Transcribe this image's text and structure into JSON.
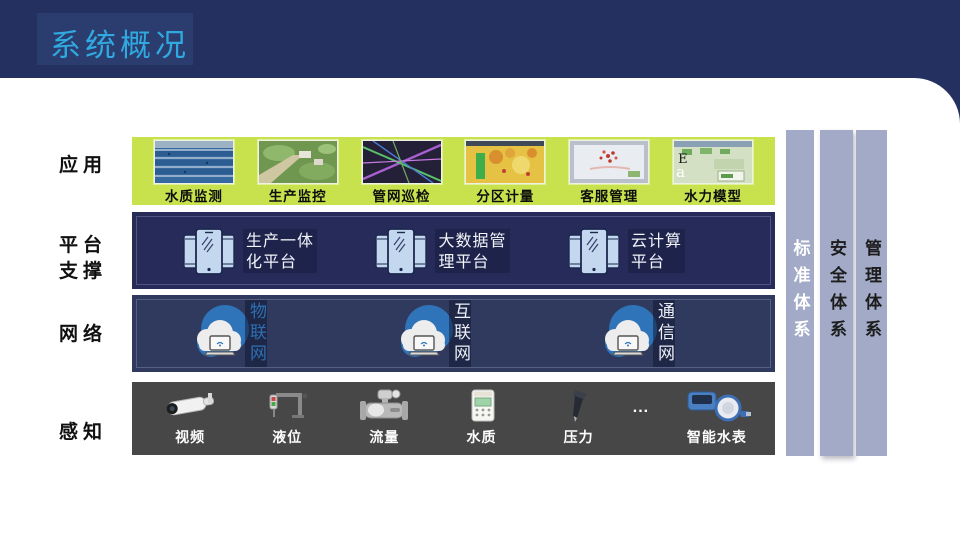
{
  "header": {
    "title": "系统概况"
  },
  "rows": {
    "application": {
      "label": "应用",
      "items": [
        {
          "label": "水质监测",
          "image": "water-plant-photo"
        },
        {
          "label": "生产监控",
          "image": "aerial-facility-photo"
        },
        {
          "label": "管网巡检",
          "image": "pipe-network-map"
        },
        {
          "label": "分区计量",
          "image": "district-metering-map"
        },
        {
          "label": "客服管理",
          "image": "customer-service-map"
        },
        {
          "label": "水力模型",
          "image": "hydraulic-model-screenshot",
          "overlay": [
            "E",
            "a"
          ]
        }
      ]
    },
    "platform": {
      "label_lines": [
        "平台",
        "支撑"
      ],
      "items": [
        {
          "lines": [
            "生产一体",
            "化平台"
          ],
          "icon": "phone-stack-icon"
        },
        {
          "lines": [
            "大数据管",
            "理平台"
          ],
          "icon": "phone-stack-icon"
        },
        {
          "lines": [
            "云计算",
            "平台"
          ],
          "icon": "phone-stack-icon"
        }
      ]
    },
    "network": {
      "label": "网络",
      "items": [
        {
          "text": "物联网",
          "color": "#2e6fb3",
          "icon": "cloud-laptop-icon"
        },
        {
          "text": "互联网",
          "color": "#eceff7",
          "icon": "cloud-laptop-icon"
        },
        {
          "text": "通信网",
          "color": "#eceff7",
          "icon": "cloud-laptop-icon"
        }
      ]
    },
    "sensing": {
      "label": "感知",
      "ellipsis": "...",
      "items": [
        {
          "label": "视频",
          "image": "cctv-camera-image"
        },
        {
          "label": "液位",
          "image": "level-sensor-image"
        },
        {
          "label": "流量",
          "image": "flow-meter-image"
        },
        {
          "label": "水质",
          "image": "water-quality-meter-image"
        },
        {
          "label": "压力",
          "image": "pressure-sensor-image"
        },
        {
          "label": "智能水表",
          "image": "smart-water-meter-image"
        }
      ]
    }
  },
  "pillars": [
    {
      "text": "标准体系",
      "text_color": "#ffffff"
    },
    {
      "text": "安全体系",
      "text_color": "#1c1c1c"
    },
    {
      "text": "管理体系",
      "text_color": "#1c1c1c"
    }
  ],
  "colors": {
    "header_bg": "#243160",
    "title_text": "#2fa9e0",
    "application_row_bg": "#c8e24e",
    "platform_row_bg": "#272b59",
    "network_row_bg": "#2f3a5e",
    "sensing_row_bg": "#474747",
    "pillar_bg": "#a2aac7",
    "phone_icon_fill": "#c3d8ee",
    "cloud_icon_fill": "#2f74b8"
  }
}
